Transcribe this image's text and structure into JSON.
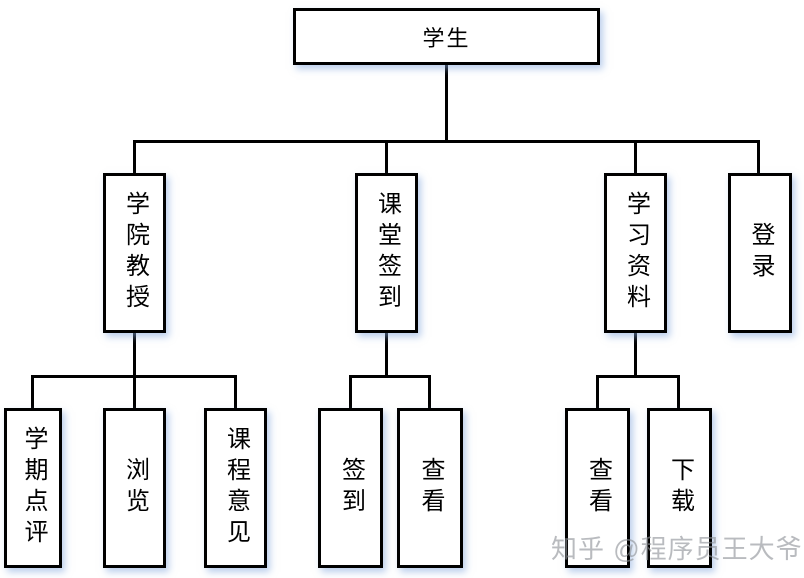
{
  "diagram_type": "org-tree",
  "nodes": {
    "root": {
      "label": "学生"
    },
    "professor": {
      "label": "学院教授"
    },
    "class_signin": {
      "label": "课堂签到"
    },
    "study_materials": {
      "label": "学习资料"
    },
    "login": {
      "label": "登录"
    },
    "semester_review": {
      "label": "学期点评"
    },
    "browse": {
      "label": "浏览"
    },
    "course_opinion": {
      "label": "课程意见"
    },
    "signin_action": {
      "label": "签到"
    },
    "signin_view": {
      "label": "查看"
    },
    "materials_view": {
      "label": "查看"
    },
    "materials_download": {
      "label": "下载"
    }
  },
  "tree": {
    "学生": {
      "学院教授": [
        "学期点评",
        "浏览",
        "课程意见"
      ],
      "课堂签到": [
        "签到",
        "查看"
      ],
      "学习资料": [
        "查看",
        "下载"
      ],
      "登录": []
    }
  },
  "watermark": "知乎 @程序员王大爷",
  "colors": {
    "line": "#000000",
    "box_border": "#000000",
    "box_fill": "#ffffff",
    "box_shadow": "#82a5dc",
    "watermark": "#8f9398",
    "background": "#ffffff"
  }
}
